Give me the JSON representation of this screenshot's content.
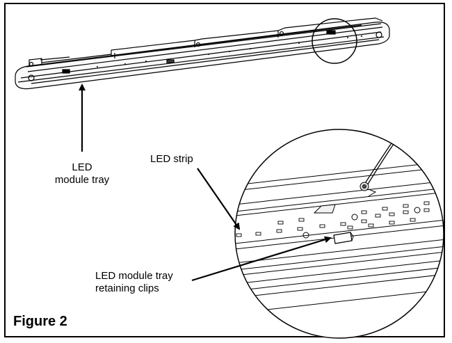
{
  "labels": {
    "module_tray_line1": "LED",
    "module_tray_line2": "module tray",
    "led_strip": "LED strip",
    "clips_line1": "LED module tray",
    "clips_line2": "retaining clips"
  },
  "figure_caption": "Figure 2"
}
